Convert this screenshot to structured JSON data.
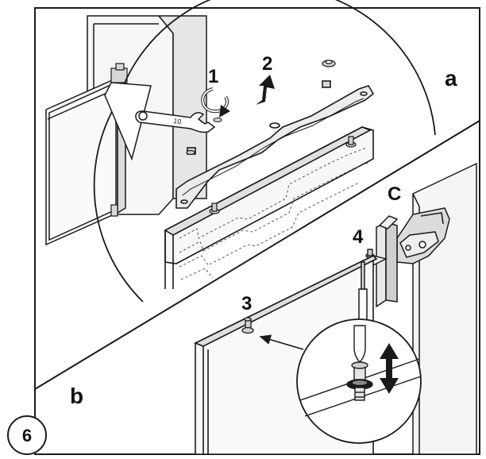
{
  "figure_number": "6",
  "panel_labels": {
    "a": "a",
    "b": "b"
  },
  "callouts": {
    "c": "C"
  },
  "steps": {
    "1": "1",
    "2": "2",
    "3": "3",
    "4": "4"
  },
  "wrench_marking": "10",
  "colors": {
    "line": "#1a1a1a",
    "dashed": "#555555",
    "arrow_fill": "#1a1a1a",
    "face_light": "#f4f4f4",
    "face_mid": "#e2e2e2",
    "face_dark": "#c8c8c8"
  }
}
